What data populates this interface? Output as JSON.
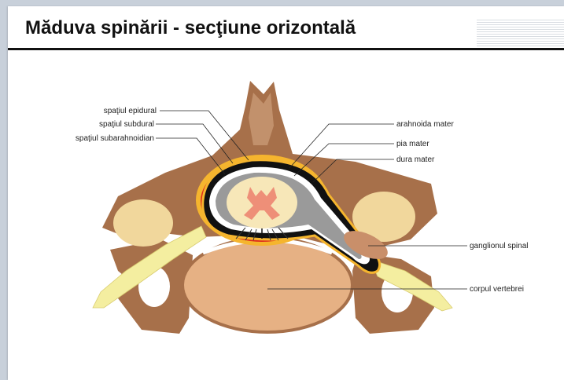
{
  "title": "Măduva spinării - secţiune orizontală",
  "labels": {
    "spatiul_epidural": "spaţiul epidural",
    "spatiul_subdural": "spaţiul subdural",
    "spatiul_subarahnoidian": "spaţiul subarahnoidian",
    "arahnoida_mater": "arahnoida mater",
    "pia_mater": "pia mater",
    "dura_mater": "dura mater",
    "ganglionul_spinal": "ganglionul spinal",
    "corpul_vertebrei": "corpul vertebrei"
  },
  "colors": {
    "bone": "#a7704a",
    "bone_light": "#c99a74",
    "vertebral_body": "#e6b184",
    "nerve": "#f4eea0",
    "fat": "#f5b52e",
    "dura": "#dd2a1c",
    "cord": "#f7e7b8",
    "grey_matter": "#ee8f78"
  }
}
